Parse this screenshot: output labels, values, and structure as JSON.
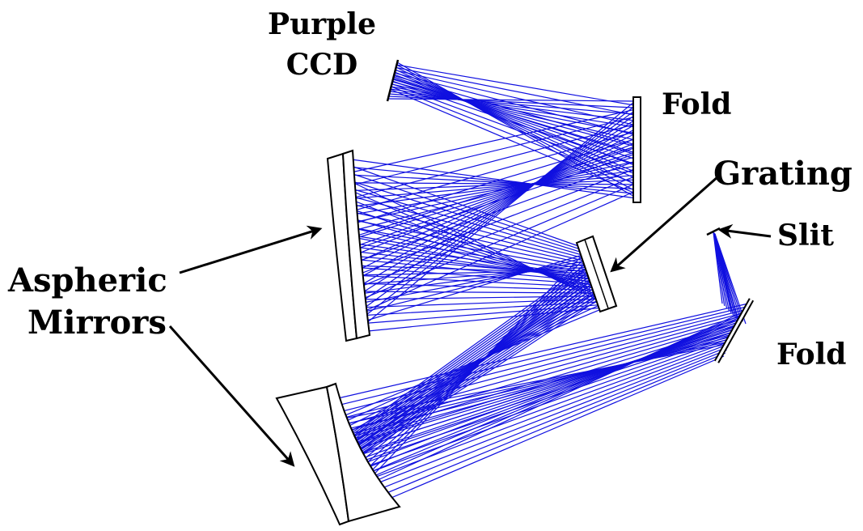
{
  "labels": {
    "purple": "Purple",
    "ccd": "CCD",
    "fold_top": "Fold",
    "grating": "Grating",
    "slit": "Slit",
    "aspheric": "Aspheric",
    "mirrors": "Mirrors",
    "fold_bottom": "Fold"
  },
  "colors": {
    "ray": "#1010e0",
    "outline": "#000000",
    "background": "#ffffff"
  }
}
